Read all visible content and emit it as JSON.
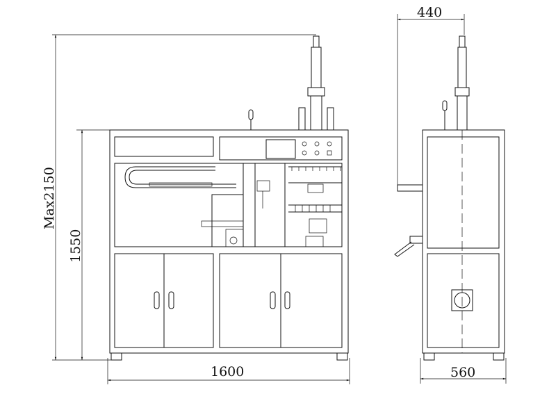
{
  "dimensions": {
    "max_height": "Max2150",
    "height": "1550",
    "width": "1600",
    "side_depth": "560",
    "side_arm": "440"
  }
}
